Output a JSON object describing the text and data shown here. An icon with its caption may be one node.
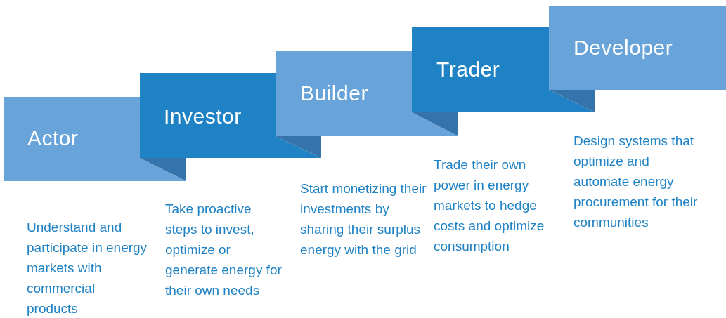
{
  "diagram": {
    "nodes": [
      {
        "text": [
          "Actor"
        ]
      },
      {
        "text": [
          "Investor"
        ]
      },
      {
        "text": [
          "Builder"
        ]
      },
      {
        "text": [
          "Trader"
        ]
      },
      {
        "text": [
          "Developer"
        ]
      }
    ],
    "labels": [
      "Understand and participate in energy markets with commercial products",
      "Take proactive steps to invest, optimize or generate energy for their own needs",
      "Start monetizing their investments by sharing their surplus energy with the grid",
      "Trade their own power in energy markets to hedge costs and optimize consumption",
      "Design systems that optimize and automate energy procurement for their communities"
    ]
  }
}
